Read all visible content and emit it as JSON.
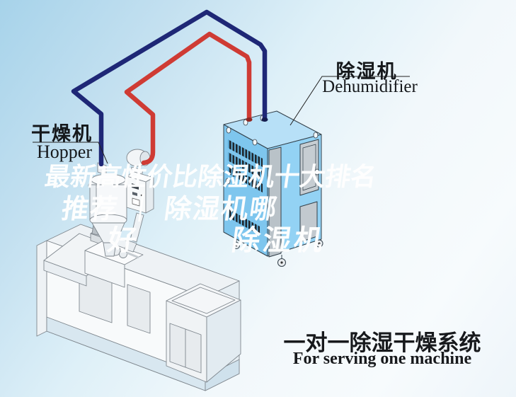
{
  "labels": {
    "hopper": {
      "cn": "干燥机",
      "en": "Hopper"
    },
    "dehumidifier": {
      "cn": "除湿机",
      "en": "Dehumidifier"
    }
  },
  "caption": {
    "cn": "一对一除湿干燥系统",
    "en": "For serving one machine"
  },
  "watermark": {
    "line1": "最新高性价比除湿机十大排名",
    "line2": "推荐 ｜ 除湿机哪",
    "line3_left": "好",
    "line3_right": "除湿机"
  },
  "colors": {
    "supply_pipe_blue": "#1e2776",
    "return_pipe_red": "#cf3b34",
    "dehumidifier_left_face": "#7ec6ee",
    "dehumidifier_right_face": "#93d2f4",
    "dehumidifier_top_face": "#b7e0f7",
    "background_top": "#a7d3ea",
    "watermark_text": "#ffffff",
    "label_text": "#15181b"
  }
}
